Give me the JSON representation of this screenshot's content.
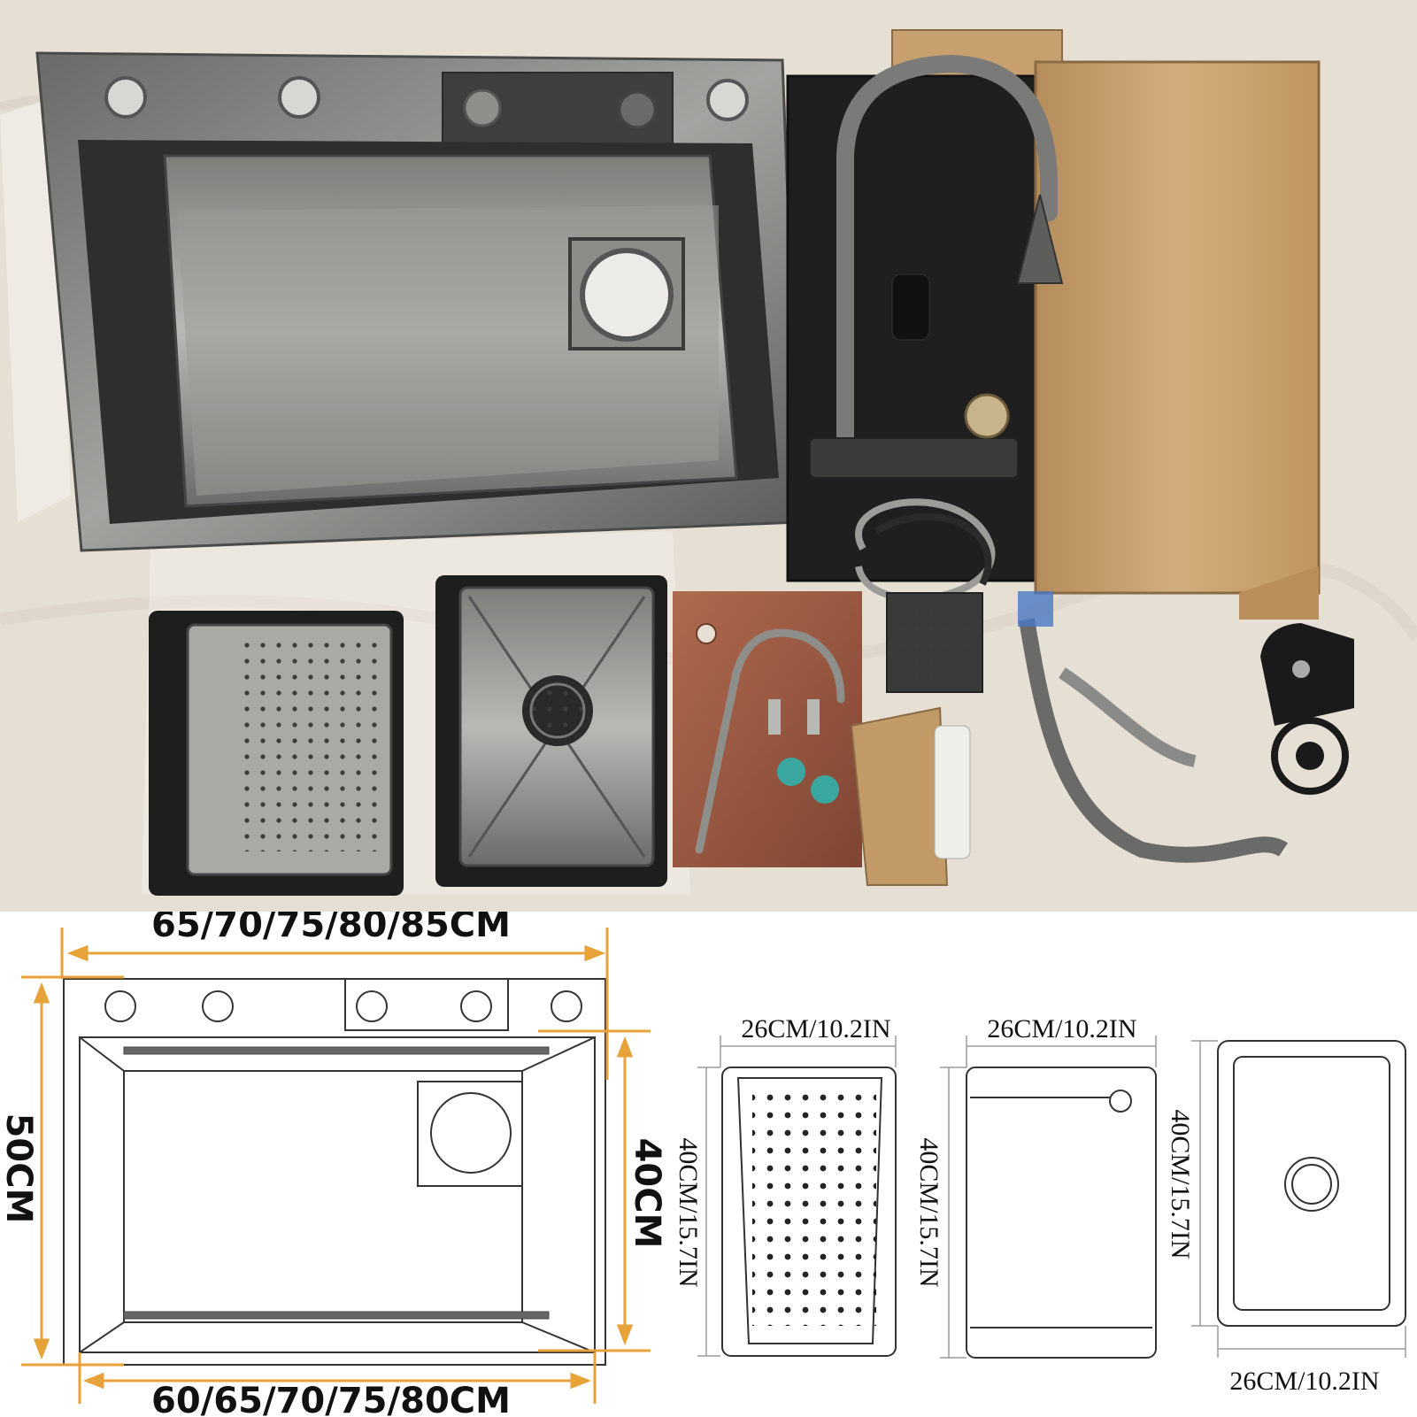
{
  "colors": {
    "photo_floor": "#e4ddd2",
    "steel_dark": "#4f4f4f",
    "steel_mid": "#8a8a88",
    "steel_light": "#c9c9c6",
    "cardboard": "#c9a374",
    "cutting_board": "#9c5a44",
    "foam_black": "#1f1f1f",
    "dimension_orange": "#e8a23a",
    "outline": "#333333"
  },
  "main_sink": {
    "top_width_label": "65/70/75/80/85CM",
    "bottom_width_label": "60/65/70/75/80CM",
    "outer_depth_label": "50CM",
    "inner_depth_label": "40CM"
  },
  "colander": {
    "width_label": "26CM/10.2IN",
    "height_label": "40CM/15.7IN"
  },
  "cutting_board": {
    "width_label": "26CM/10.2IN",
    "height_label": "40CM/15.7IN"
  },
  "small_basin": {
    "width_label": "26CM/10.2IN",
    "height_label": "40CM/15.7IN"
  }
}
